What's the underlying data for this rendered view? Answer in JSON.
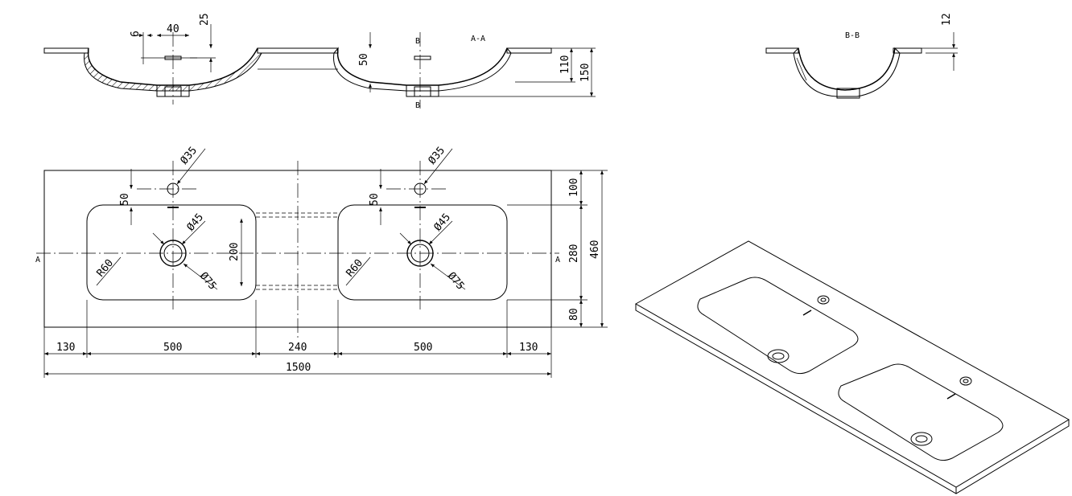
{
  "section_aa": {
    "title": "A-A",
    "marker_b_top": "B",
    "marker_b_bottom": "B",
    "dims": {
      "d6": "6",
      "d40": "40",
      "d25": "25",
      "d50": "50",
      "d110": "110",
      "d150": "150"
    }
  },
  "section_bb": {
    "title": "B-B",
    "d12": "12"
  },
  "plan": {
    "marker_a_left": "A",
    "marker_a_right": "A",
    "basin_left": {
      "tap_dia": "Ø35",
      "drain_dia": "Ø45",
      "outer_dia": "Ø75",
      "radius": "R60",
      "offset": "50"
    },
    "basin_right": {
      "tap_dia": "Ø35",
      "drain_dia": "Ø45",
      "outer_dia": "Ø75",
      "radius": "R60",
      "offset": "50"
    },
    "bowl_depth": "200",
    "right_dims": {
      "d100": "100",
      "d280": "280",
      "d80": "80",
      "d460": "460"
    },
    "bottom_dims": {
      "d130a": "130",
      "d500a": "500",
      "d240": "240",
      "d500b": "500",
      "d130b": "130"
    },
    "overall": "1500"
  }
}
